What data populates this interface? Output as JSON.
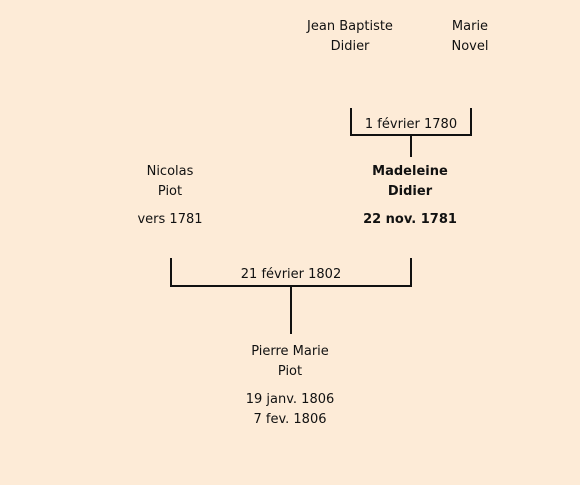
{
  "grandparents": {
    "father": {
      "name_line1": "Jean Baptiste",
      "name_line2": "Didier"
    },
    "mother": {
      "name_line1": "Marie",
      "name_line2": "Novel"
    },
    "marriage_date": "1 février 1780"
  },
  "parents": {
    "father": {
      "name_line1": "Nicolas",
      "name_line2": "Piot",
      "date": "vers 1781"
    },
    "mother": {
      "name_line1": "Madeleine",
      "name_line2": "Didier",
      "date": "22 nov. 1781"
    },
    "marriage_date": "21 février 1802"
  },
  "child": {
    "name_line1": "Pierre Marie",
    "name_line2": "Piot",
    "birth_date": "19 janv. 1806",
    "death_date": "7 fev. 1806"
  }
}
